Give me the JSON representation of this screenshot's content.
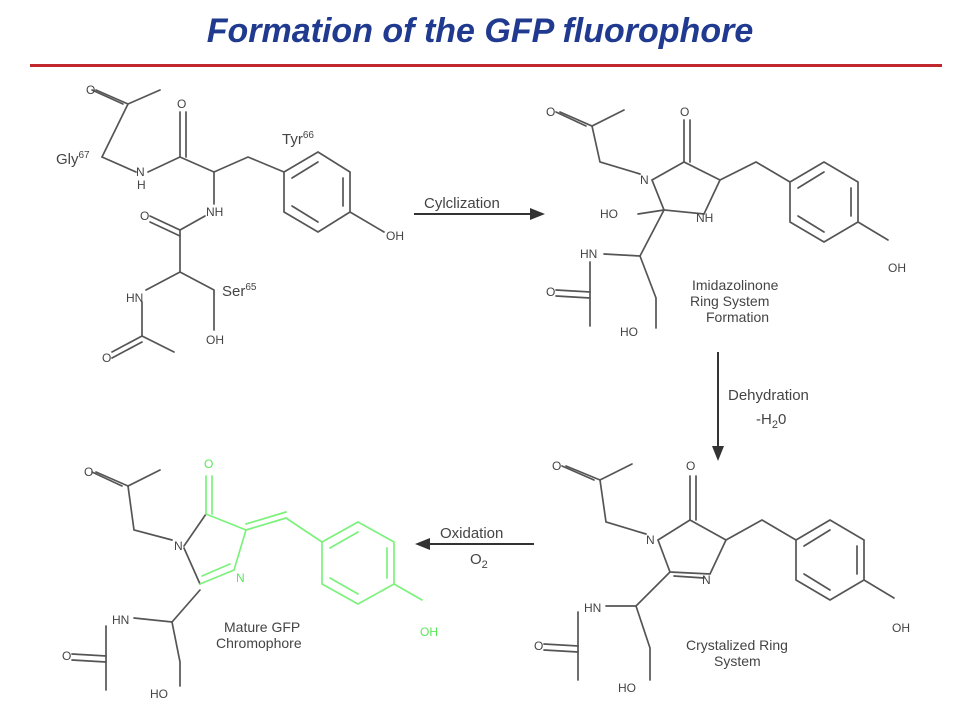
{
  "title": "Formation of the GFP fluorophore",
  "colors": {
    "title": "#1f3a8f",
    "rule": "#c0282d",
    "bonds": "#555555",
    "chromophore": "#57e857"
  },
  "steps": {
    "cyclization": "Cylclization",
    "dehydration_1": "Dehydration",
    "dehydration_2_prefix": "-H",
    "dehydration_2_sub": "2",
    "dehydration_2_suffix": "0",
    "oxidation": "Oxidation",
    "o2": "O",
    "o2_sub": "2"
  },
  "labels": {
    "imidazolinone_1": "Imidazolinone",
    "imidazolinone_2": "Ring System",
    "imidazolinone_3": "Formation",
    "crystal_1": "Crystalized Ring",
    "crystal_2": "System",
    "mature_1": "Mature GFP",
    "mature_2": "Chromophore"
  },
  "residues": {
    "gly": "Gly",
    "gly_sup": "67",
    "tyr": "Tyr",
    "tyr_sup": "66",
    "ser": "Ser",
    "ser_sup": "65"
  },
  "atoms": {
    "o": "O",
    "n": "N",
    "h": "H",
    "nh": "NH",
    "hn": "HN",
    "ho": "HO",
    "oh": "OH"
  }
}
